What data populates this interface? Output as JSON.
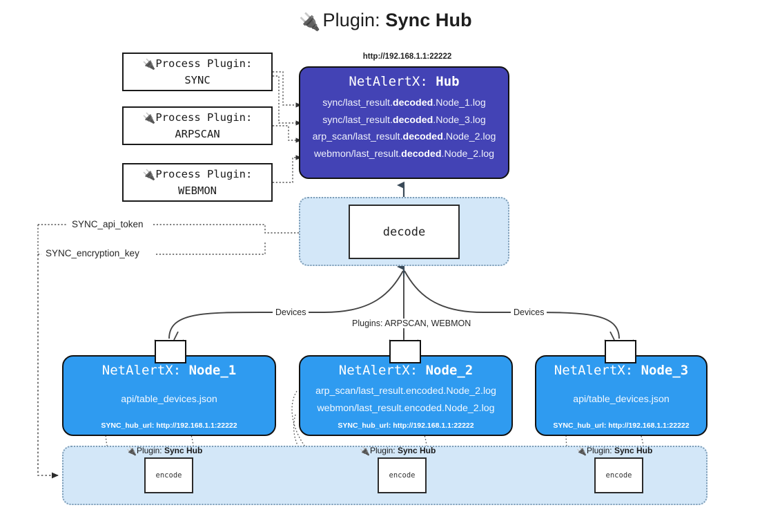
{
  "title": {
    "icon": "plug-icon",
    "prefix": "Plugin: ",
    "name": "Sync Hub"
  },
  "process_plugins": [
    {
      "icon": "plug-icon",
      "line1": "Process Plugin:",
      "line2": "SYNC"
    },
    {
      "icon": "plug-icon",
      "line1": "Process Plugin:",
      "line2": "ARPSCAN"
    },
    {
      "icon": "plug-icon",
      "line1": "Process Plugin:",
      "line2": "WEBMON"
    }
  ],
  "hub": {
    "url_label": "http://192.168.1.1:22222",
    "title_prefix": "NetAlertX: ",
    "title_name": "Hub",
    "lines": [
      {
        "pre": "sync/last_result.",
        "strong": "decoded",
        "post": ".Node_1.log"
      },
      {
        "pre": "sync/last_result.",
        "strong": "decoded",
        "post": ".Node_3.log"
      },
      {
        "pre": "arp_scan/last_result.",
        "strong": "decoded",
        "post": ".Node_2.log"
      },
      {
        "pre": "webmon/last_result.",
        "strong": "decoded",
        "post": ".Node_2.log"
      }
    ]
  },
  "decode": {
    "box_label": "decode"
  },
  "edge_labels": {
    "api_token": "SYNC_api_token",
    "encryption_key": "SYNC_encryption_key",
    "devices_left": "Devices",
    "devices_right": "Devices",
    "plugins_mid": "Plugins: ARPSCAN, WEBMON"
  },
  "nodes": [
    {
      "title_prefix": "NetAlertX: ",
      "title_name": "Node_1",
      "lines": [
        "api/table_devices.json"
      ],
      "footer": "SYNC_hub_url: http://192.168.1.1:22222"
    },
    {
      "title_prefix": "NetAlertX: ",
      "title_name": "Node_2",
      "lines": [
        "arp_scan/last_result.encoded.Node_2.log",
        "webmon/last_result.encoded.Node_2.log"
      ],
      "footer": "SYNC_hub_url: http://192.168.1.1:22222"
    },
    {
      "title_prefix": "NetAlertX: ",
      "title_name": "Node_3",
      "lines": [
        "api/table_devices.json"
      ],
      "footer": "SYNC_hub_url: http://192.168.1.1:22222"
    }
  ],
  "encode_group": {
    "plugin_tag_prefix": "Plugin: ",
    "plugin_tag_name": "Sync Hub",
    "box_label": "encode"
  },
  "colors": {
    "hub_fill": "#4343b5",
    "node_fill": "#2f9bf0",
    "container_fill": "#d3e7f8",
    "container_border": "#7d9cb5",
    "stroke": "#111111",
    "background": "#ffffff"
  }
}
